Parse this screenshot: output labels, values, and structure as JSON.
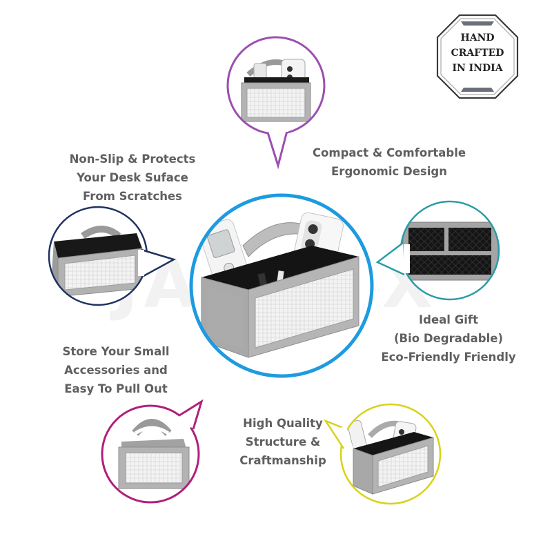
{
  "badge": {
    "lines": [
      "HAND",
      "CRAFTED",
      "IN INDIA"
    ]
  },
  "watermark": "JAYBLIX",
  "features": {
    "compact": {
      "lines": [
        "Compact & Comfortable",
        "Ergonomic Design"
      ],
      "ring_color": "#9b4fb0"
    },
    "non_slip": {
      "lines": [
        "Non-Slip & Protects",
        "Your Desk Suface",
        "From Scratches"
      ],
      "ring_color": "#1f3260"
    },
    "gift": {
      "lines": [
        "Ideal Gift",
        "(Bio Degradable)",
        "Eco-Friendly Friendly"
      ],
      "ring_color": "#2a9ba7"
    },
    "store": {
      "lines": [
        "Store Your Small",
        "Accessories and",
        "Easy To Pull Out"
      ],
      "ring_color": "#b01f7a"
    },
    "quality": {
      "lines": [
        "High Quality",
        "Structure &",
        "Craftmanship"
      ],
      "ring_color": "#d8d21a"
    }
  },
  "hero": {
    "ring_color": "#1e9be0"
  }
}
